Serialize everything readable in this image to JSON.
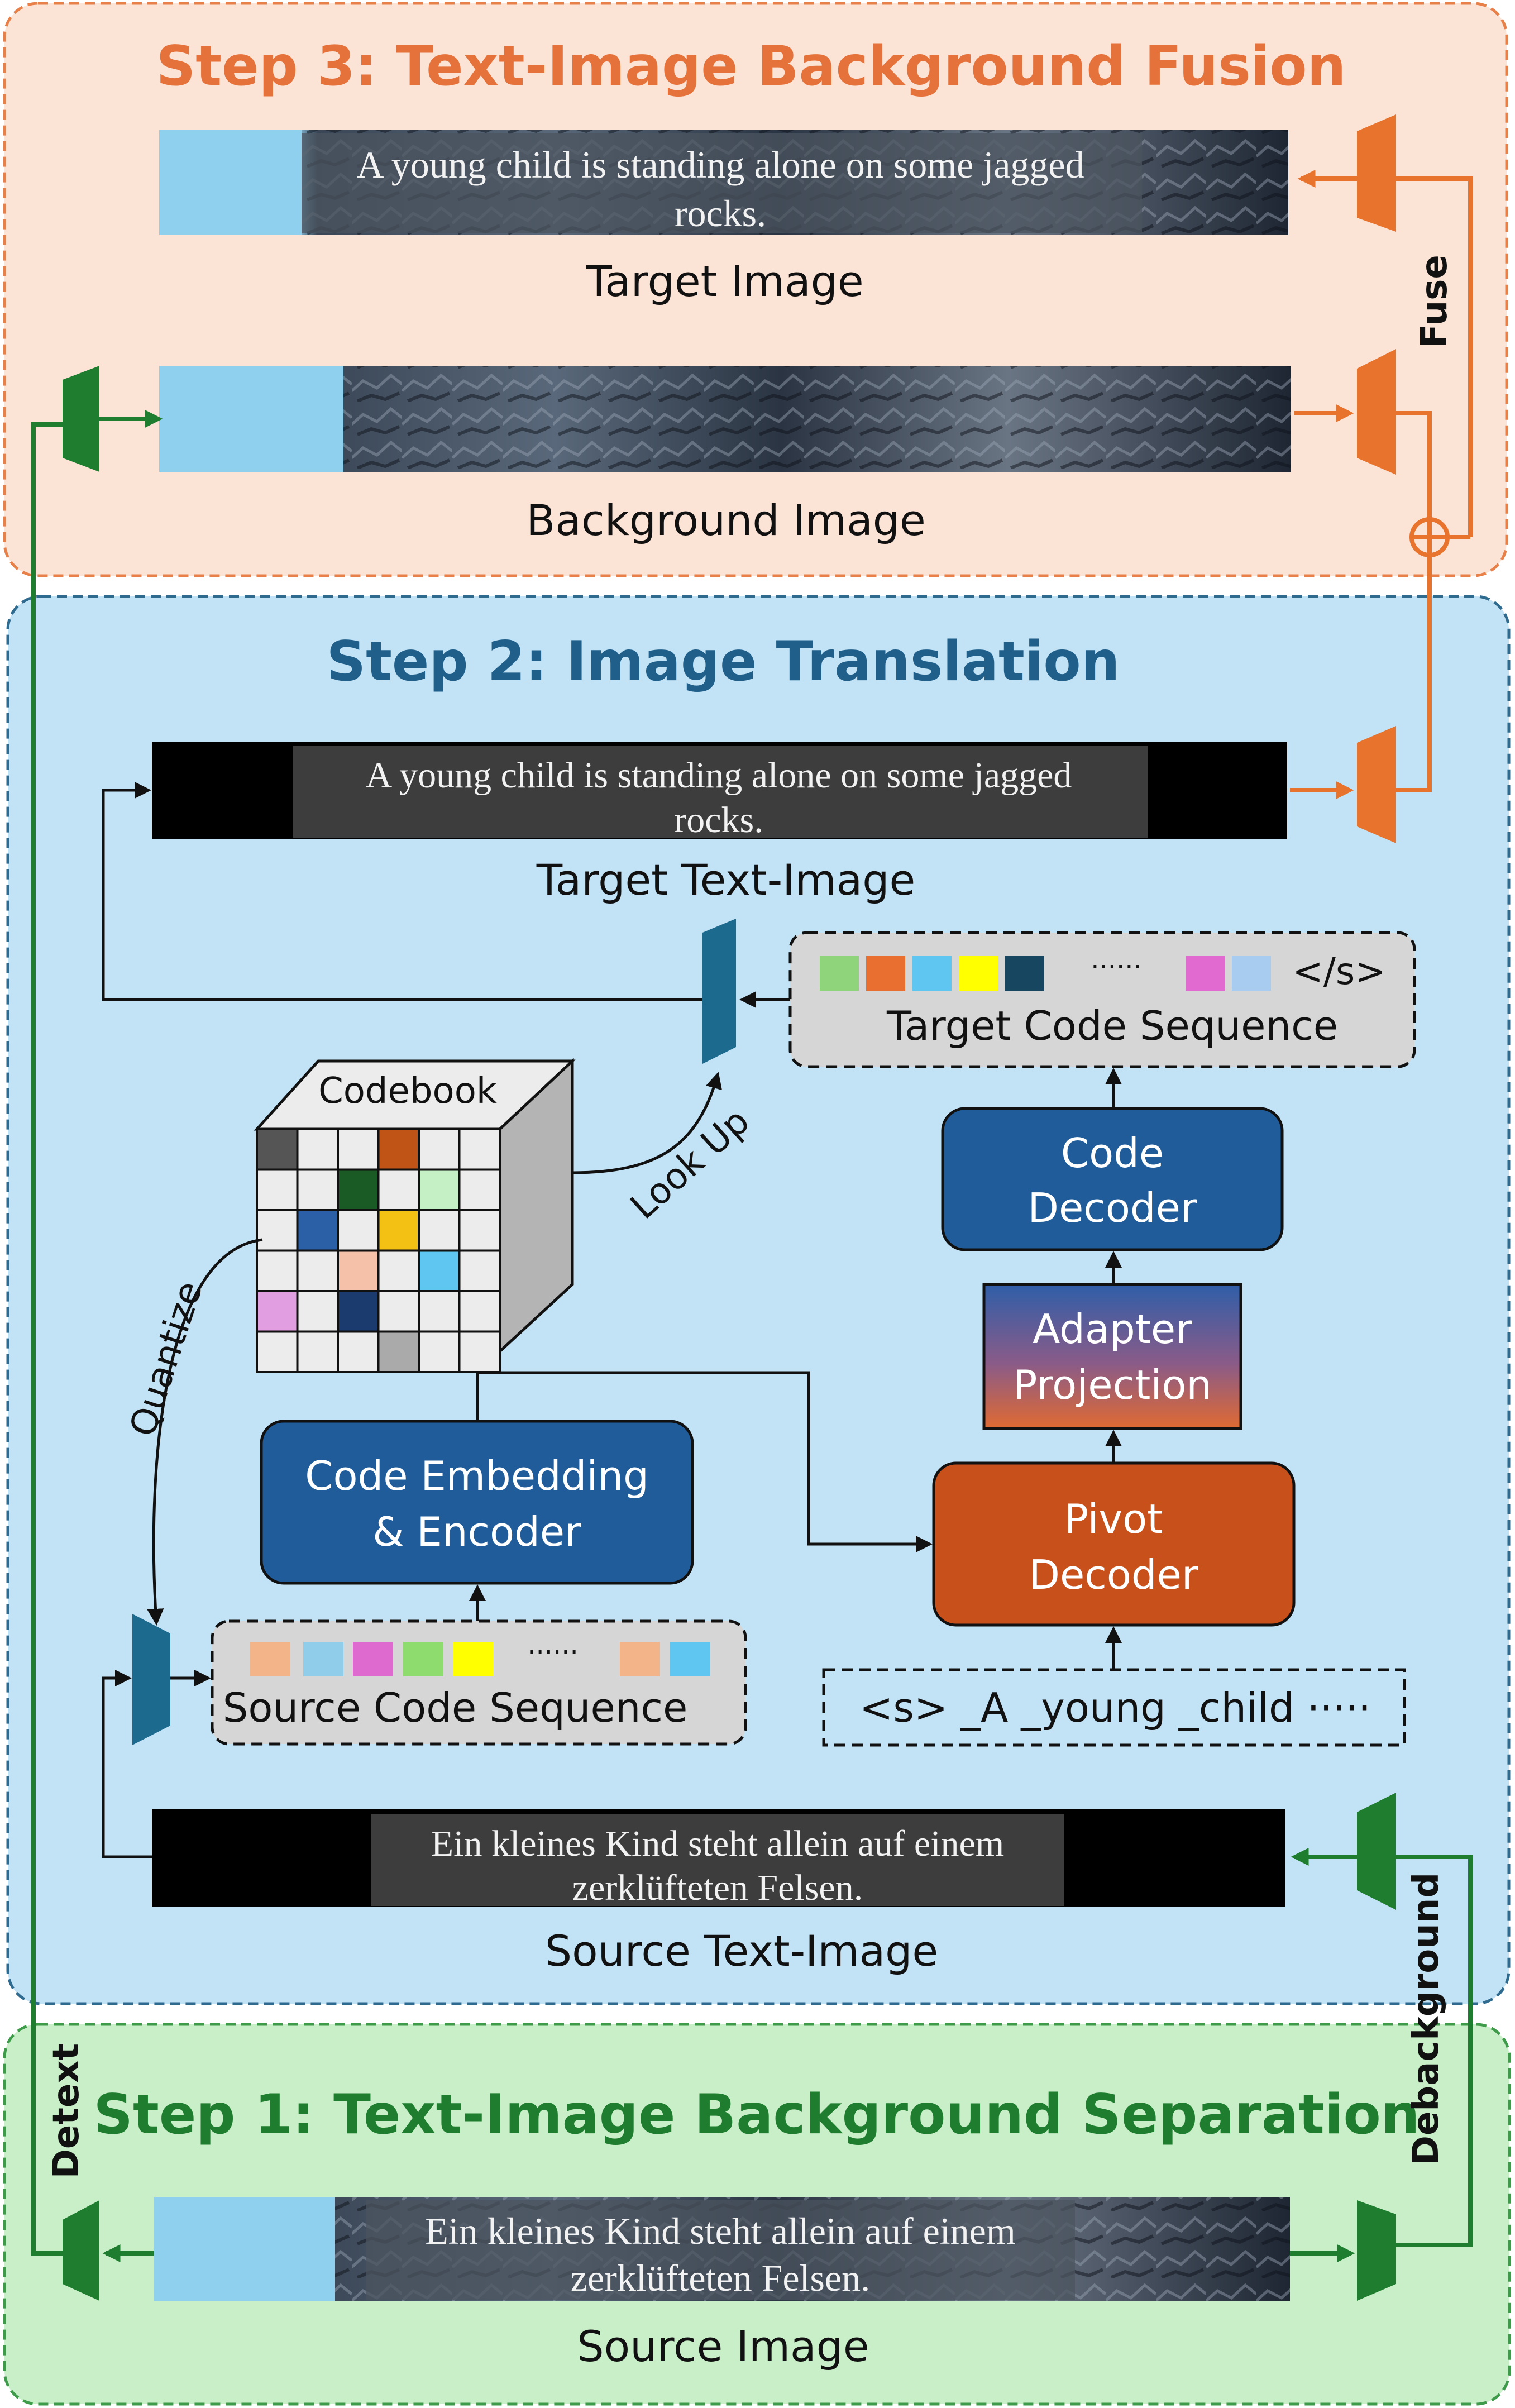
{
  "steps": {
    "step3_title": "Step 3: Text-Image Background Fusion",
    "step2_title": "Step 2: Image Translation",
    "step1_title": "Step 1: Text-Image Background Separation"
  },
  "captions": {
    "target_image": "Target Image",
    "background_image": "Background Image",
    "target_text_image": "Target Text-Image",
    "source_text_image": "Source Text-Image",
    "source_image": "Source Image"
  },
  "image_text": {
    "target_line1": "A young child is standing alone on some jagged",
    "target_line2": "rocks.",
    "source_line1": "Ein kleines Kind steht allein auf einem",
    "source_line2": "zerklüfteten Felsen."
  },
  "ops": {
    "fuse": "Fuse",
    "detext": "Detext",
    "debackground": "Debackground",
    "look_up": "Look Up",
    "quantize": "Quantize"
  },
  "modules": {
    "codebook": "Codebook",
    "code_decoder_l1": "Code",
    "code_decoder_l2": "Decoder",
    "adapter_l1": "Adapter",
    "adapter_l2": "Projection",
    "pivot_l1": "Pivot",
    "pivot_l2": "Decoder",
    "encoder_l1": "Code Embedding",
    "encoder_l2": "& Encoder"
  },
  "sequences": {
    "target_code_label": "Target Code Sequence",
    "target_ellipsis": "······",
    "target_eos": "</s>",
    "source_code_label": "Source Code Sequence",
    "source_ellipsis": "······",
    "pivot_input": "<s> _A _young _child ·····"
  },
  "colors": {
    "step3_bg": "#fbe3d6",
    "step3_border": "#e8804a",
    "step3_title": "#e5723a",
    "step2_bg": "#c2e2f5",
    "step2_border": "#2f6a8f",
    "step2_title": "#1f5f8a",
    "step1_bg": "#c8efc8",
    "step1_border": "#3e9b4a",
    "step1_title": "#1e7d2e",
    "orange_arrow": "#e8732c",
    "green_arrow": "#1e7d2e",
    "module_blue": "#1f5c99",
    "pivot_orange": "#c8501a",
    "trapezoid_blue": "#1d6a8f",
    "sky": "#8fd0ef"
  },
  "target_code_colors": [
    "#8fd47a",
    "#e86f30",
    "#5ec6f0",
    "#ffff00",
    "#174760",
    "#e06ad0",
    "#a7ccef"
  ],
  "source_code_colors": [
    "#f4b48a",
    "#8fcdea",
    "#de6ad0",
    "#8edc6e",
    "#ffff00",
    "#f4b48a",
    "#5ec6f0"
  ],
  "codebook_cells": [
    [
      "#555555",
      "",
      "",
      "#c05416",
      "",
      ""
    ],
    [
      "",
      "",
      "#1a5a24",
      "",
      "#c5efc5",
      ""
    ],
    [
      "",
      "#2b5fa6",
      "",
      "#f3c014",
      "",
      ""
    ],
    [
      "",
      "",
      "#f5c1a8",
      "",
      "#5ec6f0",
      ""
    ],
    [
      "#e19ee0",
      "",
      "#1b3a6e",
      "",
      "",
      ""
    ],
    [
      "",
      "",
      "",
      "#aaaaaa",
      "",
      ""
    ]
  ]
}
